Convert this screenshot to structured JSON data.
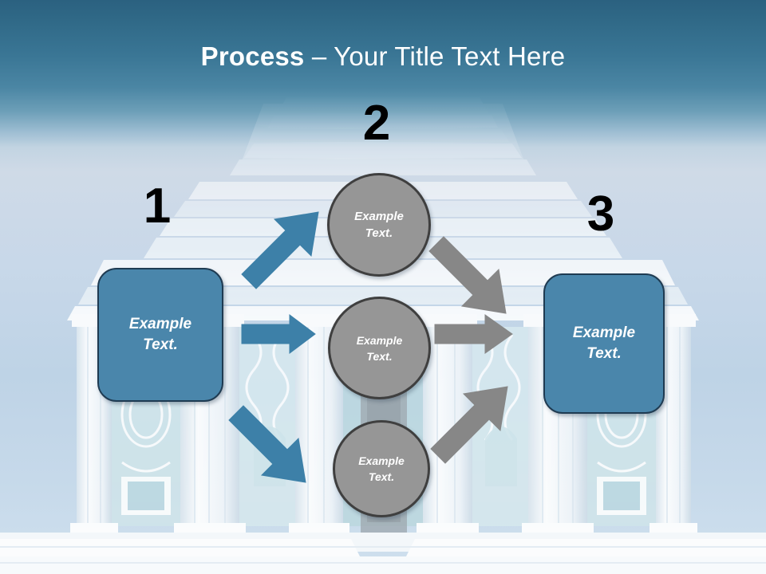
{
  "slide": {
    "title": {
      "bold_part": "Process",
      "rest_part": " – Your Title Text Here",
      "full": "Process – Your Title Text Here"
    },
    "background": {
      "type": "photo-baroque-facade",
      "sky_top_color": "#2b6180",
      "sky_bottom_color": "#cfe0ee"
    },
    "theme": {
      "box_fill": "#4a86ab",
      "box_border": "#1f3b52",
      "circle_fill": "#969696",
      "circle_border": "#3f3f3f",
      "arrow_blue": "#3d80a8",
      "arrow_gray": "#878787",
      "number_color": "#000000",
      "title_color": "#ffffff"
    },
    "steps": [
      {
        "number": "1",
        "label": "Example\nText."
      },
      {
        "number": "2",
        "label": "Example\nText."
      },
      {
        "number": "3",
        "label": "Example\nText."
      }
    ],
    "middle_nodes": [
      {
        "label": "Example\nText."
      },
      {
        "label": "Example\nText."
      },
      {
        "label": "Example\nText."
      }
    ],
    "connectors": [
      {
        "name": "arrow-1-to-top",
        "color": "#3d80a8",
        "direction": "up-right"
      },
      {
        "name": "arrow-1-to-middle",
        "color": "#3d80a8",
        "direction": "right"
      },
      {
        "name": "arrow-1-to-bottom",
        "color": "#3d80a8",
        "direction": "down-right"
      },
      {
        "name": "arrow-top-to-3",
        "color": "#878787",
        "direction": "down-right"
      },
      {
        "name": "arrow-middle-to-3",
        "color": "#878787",
        "direction": "right"
      },
      {
        "name": "arrow-bottom-to-3",
        "color": "#878787",
        "direction": "up-right"
      }
    ]
  }
}
